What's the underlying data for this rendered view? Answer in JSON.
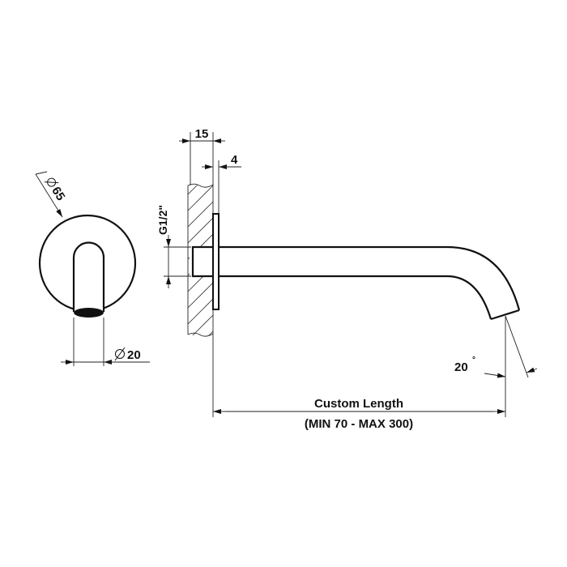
{
  "drawing": {
    "type": "technical drawing - wall-mounted spout",
    "front_view": {
      "plate_diameter_label": "65",
      "plate_diameter_symbol": "⌀",
      "spout_diameter_label": "20",
      "spout_diameter_symbol": "⌀"
    },
    "side_view": {
      "wall_depth_label": "15",
      "flange_thickness_label": "4",
      "thread_label": "G1/2\"",
      "angle_label": "20",
      "angle_unit": "°",
      "length_label": "Custom Length",
      "length_range_label": "(MIN 70 - MAX 300)"
    }
  }
}
